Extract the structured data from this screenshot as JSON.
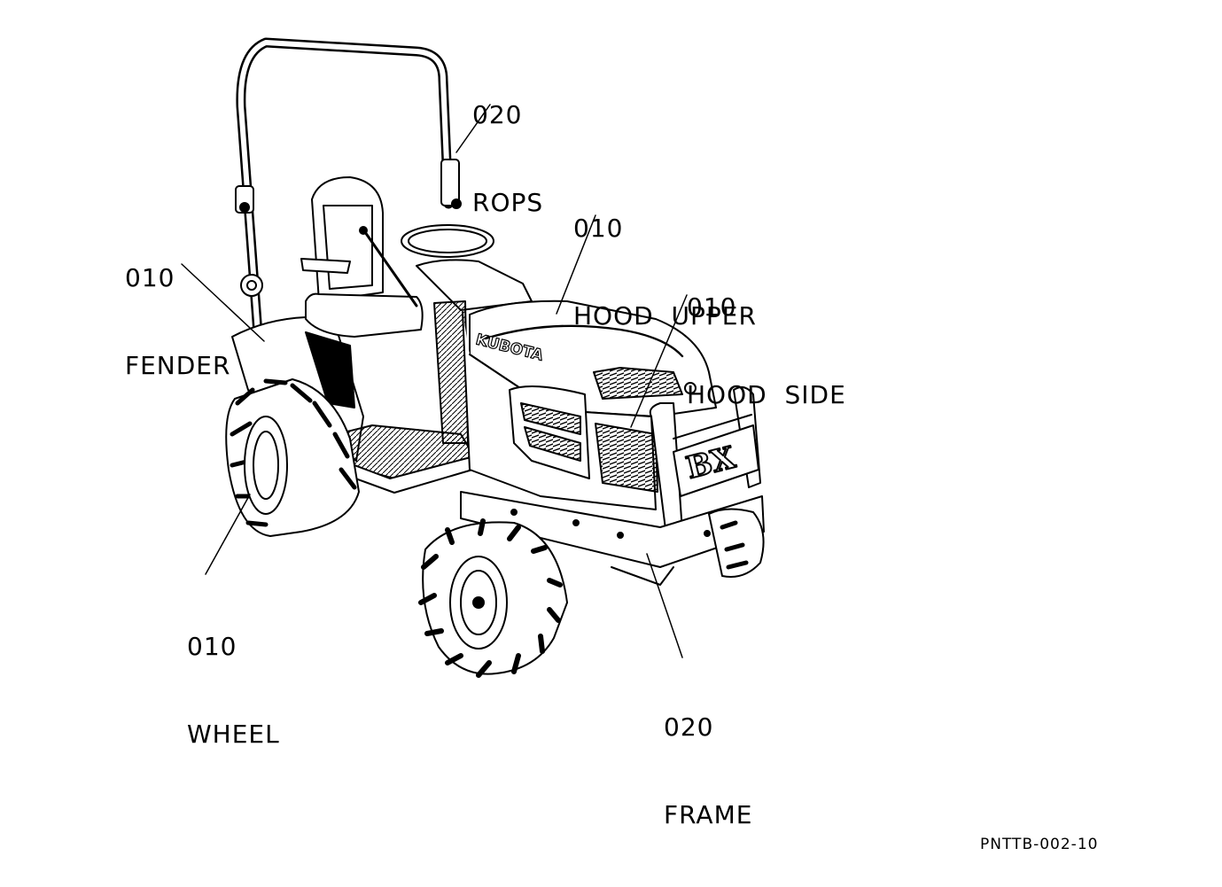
{
  "labels": {
    "rops": {
      "code": "020",
      "name": "ROPS"
    },
    "hood_upper": {
      "code": "010",
      "name": "HOOD  UPPER"
    },
    "hood_side": {
      "code": "010",
      "name": "HOOD  SIDE"
    },
    "fender": {
      "code": "010",
      "name": "FENDER"
    },
    "wheel": {
      "code": "010",
      "name": "WHEEL"
    },
    "frame": {
      "code": "020",
      "name": "FRAME"
    }
  },
  "illustration": {
    "hood_brand": "KUBOTA",
    "grille_badge": "BX"
  },
  "figure_code": "PNTTB-002-10",
  "colors": {
    "ink": "#000000",
    "paper": "#ffffff",
    "hatch": "#555555"
  }
}
